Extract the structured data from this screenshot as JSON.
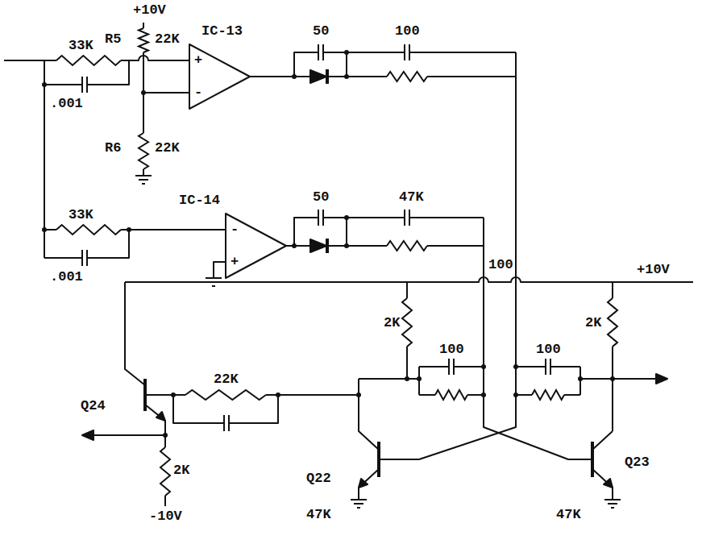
{
  "diagram": {
    "labels": [
      "+10V",
      "R5",
      "22K",
      "IC-13",
      "50",
      "100",
      "33K",
      "+",
      "-",
      ".001",
      "R6",
      "22K",
      "IC-14",
      "50",
      "47K",
      "33K",
      "-",
      "+",
      "100",
      ".001",
      "+10V",
      "2K",
      "2K",
      "100",
      "100",
      "22K",
      "Q24",
      "Q22",
      "Q23",
      "2K",
      "47K",
      "47K",
      "-10V"
    ]
  }
}
